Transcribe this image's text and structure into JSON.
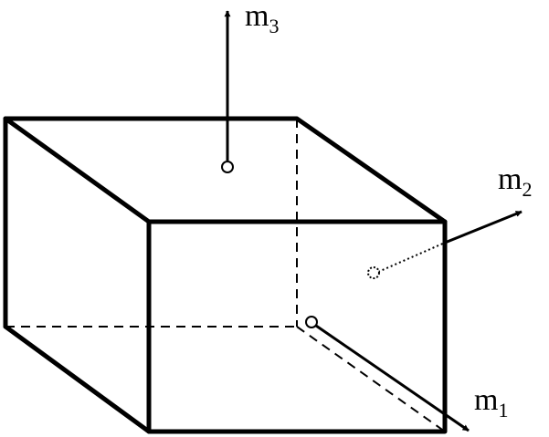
{
  "labels": {
    "m1": {
      "base": "m",
      "sub": "1"
    },
    "m2": {
      "base": "m",
      "sub": "2"
    },
    "m3": {
      "base": "m",
      "sub": "3"
    }
  },
  "colors": {
    "stroke": "#000000",
    "background": "#ffffff"
  },
  "icons": {
    "arrow": "arrowhead",
    "marker": "small-circle"
  }
}
